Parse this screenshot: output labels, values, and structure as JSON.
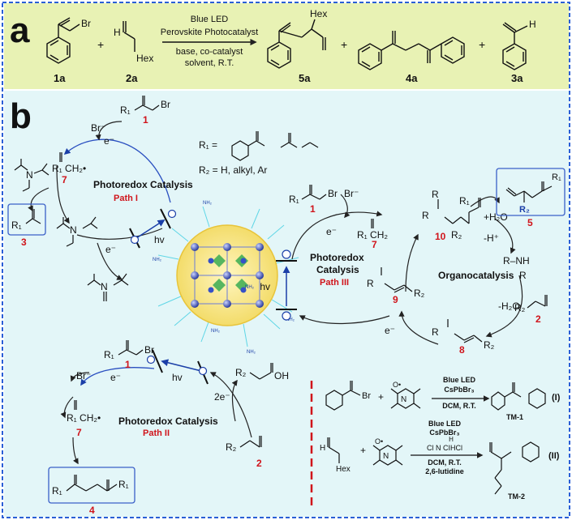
{
  "colors": {
    "panel_a_bg": "#e8f2b4",
    "panel_b_bg": "#e3f6f8",
    "border_blue": "#2a5fd6",
    "red": "#d0141b",
    "blue": "#1b3fa8",
    "arrow_blue": "#3563d9",
    "nanocrystal": "#f6e27a"
  },
  "panel_a": {
    "label": "a",
    "reactant_1": "1a",
    "reactant_1_group": "Br",
    "plus": "+",
    "reactant_2": "2a",
    "reactant_2_H": "H",
    "reactant_2_group": "Hex",
    "arrow_top_1": "Blue LED",
    "arrow_top_2": "Perovskite Photocatalyst",
    "arrow_bottom_1": "base, co-catalyst",
    "arrow_bottom_2": "solvent, R.T.",
    "product_1": "5a",
    "product_1_group": "Hex",
    "product_2": "4a",
    "product_3": "3a",
    "product_3_H": "H"
  },
  "panel_b": {
    "label": "b",
    "r1_definition": "R₁ =",
    "r2_definition": "R₂ = H, alkyl, Ar",
    "path_i": {
      "title": "Photoredox Catalysis",
      "subtitle": "Path I",
      "br_minus": "Br⁻",
      "e_minus": "e⁻",
      "compound_1": "1",
      "compound_1_group": "Br",
      "compound_1_R": "R₁",
      "radical_7_label": "7",
      "radical_7_text": "R₁  CH₂•",
      "product_3": "3",
      "product_3_R": "R₁",
      "amine_N": "N",
      "amine_radical_cation": "N",
      "iminium_N": "N",
      "hv": "hv"
    },
    "path_ii": {
      "title": "Photoredox Catalysis",
      "subtitle": "Path II",
      "br_minus": "Br⁻",
      "e_minus": "e⁻",
      "two_e": "2e⁻",
      "hv": "hv",
      "compound_1": "1",
      "compound_1_group": "Br",
      "compound_1_R": "R₁",
      "radical_7_label": "7",
      "radical_7_text": "R₁  CH₂•",
      "product_4": "4",
      "product_4_R_left": "R₁",
      "product_4_R_right": "R₁",
      "acid_R": "R₂",
      "acid_group": "OH",
      "compound_2": "2",
      "compound_2_R": "R₂"
    },
    "path_iii": {
      "title": "Photoredox",
      "title_2": "Catalysis",
      "subtitle": "Path III",
      "organo": "Organocatalysis",
      "hv": "hv",
      "br_minus": "Br⁻",
      "e_minus_1": "e⁻",
      "e_minus_2": "e⁻",
      "compound_1": "1",
      "compound_1_R": "R₁",
      "compound_1_group": "Br",
      "radical_7_label": "7",
      "radical_7_text": "R₁  CH₂",
      "intermediate_10": "10",
      "intermediate_10_R2": "R₂",
      "intermediate_10_R1": "R₁",
      "product_5": "5",
      "product_5_R1": "R₁",
      "product_5_R2": "R₂",
      "plus_water": "+H₂O",
      "minus_H": "-H⁺",
      "amine": "R–NH",
      "amine_R": "R",
      "minus_water": "-H₂O",
      "compound_2": "2",
      "compound_2_R": "R₂",
      "enamine_8": "8",
      "enamine_8_R": "R",
      "enamine_8_R2": "R₂",
      "radical_cation_9": "9",
      "radical_cation_9_R": "R",
      "radical_cation_9_R2": "R₂"
    },
    "controls": {
      "reaction_I_conditions_1": "Blue LED",
      "reaction_I_conditions_2": "CsPbBr₃",
      "reaction_I_conditions_3": "DCM, R.T.",
      "reaction_I_product": "TM-1",
      "reaction_I_tag": "(I)",
      "reaction_I_group": "Br",
      "reaction_II_conditions_1": "Blue LED",
      "reaction_II_conditions_2": "CsPbBr₃",
      "reaction_II_conditions_3": "DCM, R.T.",
      "reaction_II_conditions_4": "2,6-lutidine",
      "reaction_II_additive": "Cl   N   CIHCl",
      "reaction_II_additive_H": "H",
      "reaction_II_product": "TM-2",
      "reaction_II_tag": "(II)",
      "reaction_II_group": "Hex",
      "reaction_II_H": "H",
      "tempo_N": "N",
      "tempo_O": "O•",
      "plus": "+"
    },
    "nano_label": "NH₂"
  }
}
